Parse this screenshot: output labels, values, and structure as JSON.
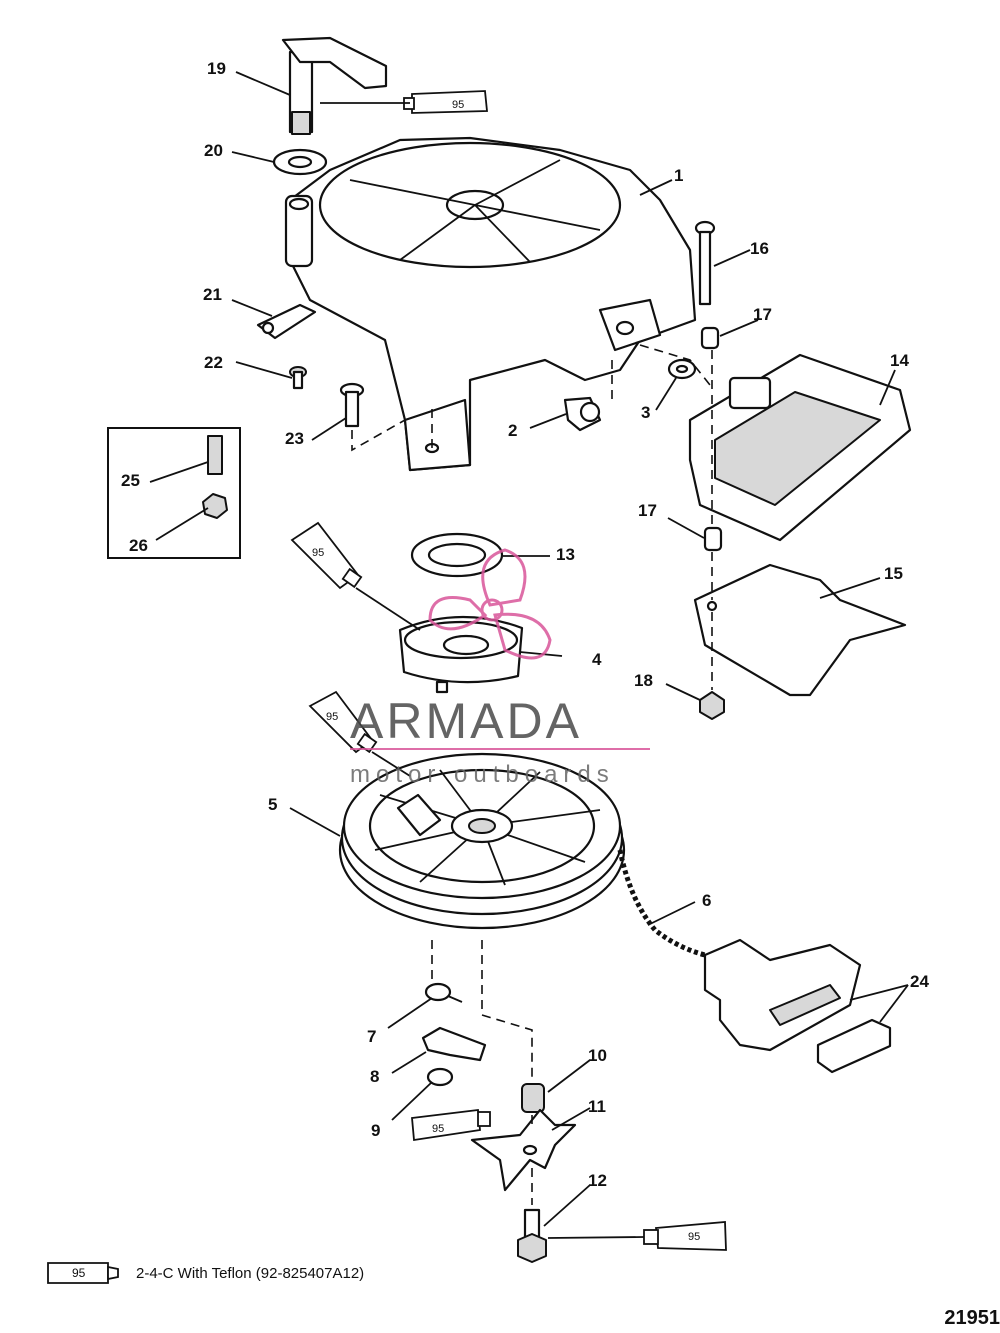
{
  "diagram": {
    "part_callouts": [
      "1",
      "2",
      "3",
      "4",
      "5",
      "6",
      "7",
      "8",
      "9",
      "10",
      "11",
      "12",
      "13",
      "14",
      "15",
      "16",
      "17",
      "17",
      "18",
      "19",
      "20",
      "21",
      "22",
      "23",
      "24",
      "25",
      "26"
    ],
    "sealant_tube_label": "95",
    "legend": {
      "tube_label": "95",
      "text": "2-4-C  With Teflon (92-825407A12)"
    },
    "figure_number": "21951"
  },
  "watermark": {
    "brand": "ARMADA",
    "tagline": "motor outboards",
    "accent_color": "#d9559a"
  }
}
